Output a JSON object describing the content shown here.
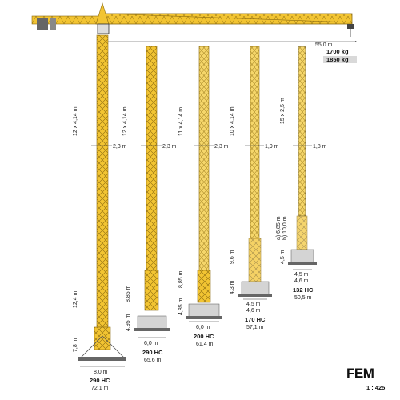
{
  "jib": {
    "reach": "55,0 m",
    "load_a": "1700 kg",
    "load_b": "1850 kg"
  },
  "cranes": [
    {
      "id": "290hc-a",
      "model": "290 HC",
      "height": "72,1 m",
      "sections": "12 x 4,14 m",
      "width": "2,3 m",
      "lower1": "12,4 m",
      "lower2": "7,8 m",
      "base": "8,0 m"
    },
    {
      "id": "290hc-b",
      "model": "290 HC",
      "height": "65,6 m",
      "sections": "12 x 4,14 m",
      "width": "2,3 m",
      "lower1": "8,85 m",
      "lower2": "4,95 m",
      "base": "6,0 m"
    },
    {
      "id": "200hc",
      "model": "200 HC",
      "height": "61,4 m",
      "sections": "11 x 4,14 m",
      "width": "2,3 m",
      "lower1": "8,85 m",
      "lower2": "4,85 m",
      "base": "6,0 m"
    },
    {
      "id": "170hc",
      "model": "170 HC",
      "height": "57,1 m",
      "sections": "10 x 4,14 m",
      "width": "1,9 m",
      "lower1": "9,6 m",
      "lower2": "4,3 m",
      "base_a": "4,5 m",
      "base_b": "4,6 m"
    },
    {
      "id": "132hc",
      "model": "132 HC",
      "height": "50,5 m",
      "sections": "15 x 2,5 m",
      "width": "1,8 m",
      "lower1a": "a) 6,85 m",
      "lower1b": "b) 10,0 m",
      "lower2": "4,5 m",
      "base_a": "4,5 m",
      "base_b": "4,6 m"
    }
  ],
  "brand": "FEM",
  "scale": "1 : 425"
}
